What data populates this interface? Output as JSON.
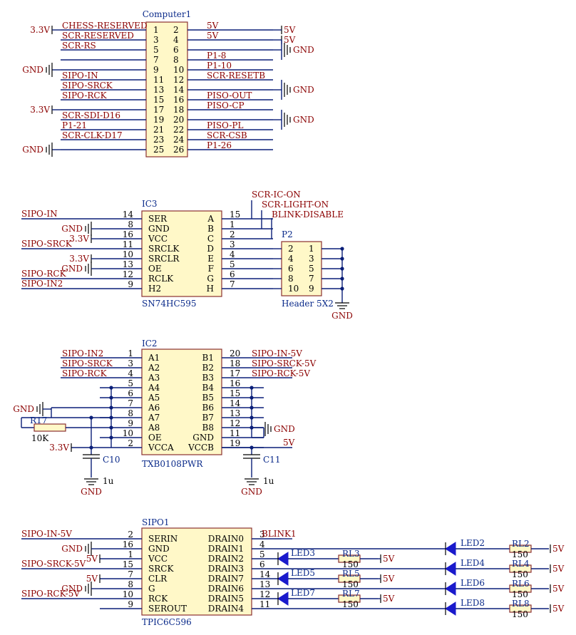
{
  "computer1": {
    "designator": "Computer1",
    "pins": [
      {
        "l": "1",
        "r": "2",
        "ln": "CHESS-RESERVED",
        "rn": "5V",
        "lp": "3.3V"
      },
      {
        "l": "3",
        "r": "4",
        "ln": "SCR-RESERVED",
        "rn": "5V"
      },
      {
        "l": "5",
        "r": "6",
        "ln": "SCR-RS",
        "rn": "",
        "rp": "GND"
      },
      {
        "l": "7",
        "r": "8",
        "ln": "",
        "rn": "P1-8"
      },
      {
        "l": "9",
        "r": "10",
        "ln": "",
        "rn": "P1-10",
        "lp": "GND"
      },
      {
        "l": "11",
        "r": "12",
        "ln": "SIPO-IN",
        "rn": "SCR-RESETB"
      },
      {
        "l": "13",
        "r": "14",
        "ln": "SIPO-SRCK",
        "rn": "",
        "rp": "GND"
      },
      {
        "l": "15",
        "r": "16",
        "ln": "SIPO-RCK",
        "rn": "PISO-OUT"
      },
      {
        "l": "17",
        "r": "18",
        "ln": "",
        "rn": "PISO-CP",
        "lp": "3.3V"
      },
      {
        "l": "19",
        "r": "20",
        "ln": "SCR-SDI-D16",
        "rn": "",
        "rp": "GND"
      },
      {
        "l": "21",
        "r": "22",
        "ln": "P1-21",
        "rn": "PISO-PL"
      },
      {
        "l": "23",
        "r": "24",
        "ln": "SCR-CLK-D17",
        "rn": "SCR-CSB"
      },
      {
        "l": "25",
        "r": "26",
        "ln": "",
        "rn": "P1-26",
        "lp": "GND"
      }
    ]
  },
  "ic3": {
    "designator": "IC3",
    "part": "SN74HC595",
    "left": [
      {
        "pin": "14",
        "name": "SER",
        "net": "SIPO-IN"
      },
      {
        "pin": "8",
        "name": "GND",
        "net": "GND"
      },
      {
        "pin": "16",
        "name": "VCC",
        "net": "3.3V"
      },
      {
        "pin": "11",
        "name": "SRCLK",
        "net": "SIPO-SRCK"
      },
      {
        "pin": "10",
        "name": "SRCLR",
        "net": "3.3V"
      },
      {
        "pin": "13",
        "name": "OE",
        "net": "GND"
      },
      {
        "pin": "12",
        "name": "RCLK",
        "net": "SIPO-RCK"
      },
      {
        "pin": "9",
        "name": "H2",
        "net": "SIPO-IN2"
      }
    ],
    "right": [
      {
        "pin": "15",
        "name": "A"
      },
      {
        "pin": "1",
        "name": "B"
      },
      {
        "pin": "2",
        "name": "C"
      },
      {
        "pin": "3",
        "name": "D"
      },
      {
        "pin": "4",
        "name": "E"
      },
      {
        "pin": "5",
        "name": "F"
      },
      {
        "pin": "6",
        "name": "G"
      },
      {
        "pin": "7",
        "name": "H"
      }
    ],
    "top_nets": [
      "SCR-IC-ON",
      "SCR-LIGHT-ON",
      "BLINK-DISABLE"
    ]
  },
  "p2": {
    "designator": "P2",
    "part": "Header 5X2",
    "rows": [
      [
        "2",
        "1"
      ],
      [
        "4",
        "3"
      ],
      [
        "6",
        "5"
      ],
      [
        "8",
        "7"
      ],
      [
        "10",
        "9"
      ]
    ],
    "gnd": "GND"
  },
  "ic2": {
    "designator": "IC2",
    "part": "TXB0108PWR",
    "left": [
      {
        "pin": "1",
        "name": "A1",
        "net": "SIPO-IN2"
      },
      {
        "pin": "3",
        "name": "A2",
        "net": "SIPO-SRCK"
      },
      {
        "pin": "4",
        "name": "A3",
        "net": "SIPO-RCK"
      },
      {
        "pin": "5",
        "name": "A4",
        "net": ""
      },
      {
        "pin": "6",
        "name": "A5",
        "net": ""
      },
      {
        "pin": "7",
        "name": "A6",
        "net": ""
      },
      {
        "pin": "8",
        "name": "A7",
        "net": ""
      },
      {
        "pin": "9",
        "name": "A8",
        "net": ""
      },
      {
        "pin": "10",
        "name": "OE",
        "net": ""
      },
      {
        "pin": "2",
        "name": "VCCA",
        "net": "3.3V"
      }
    ],
    "right": [
      {
        "pin": "20",
        "name": "B1",
        "net": "SIPO-IN-5V"
      },
      {
        "pin": "18",
        "name": "B2",
        "net": "SIPO-SRCK-5V"
      },
      {
        "pin": "17",
        "name": "B3",
        "net": "SIPO-RCK-5V"
      },
      {
        "pin": "16",
        "name": "B4",
        "net": ""
      },
      {
        "pin": "15",
        "name": "B5",
        "net": ""
      },
      {
        "pin": "14",
        "name": "B6",
        "net": ""
      },
      {
        "pin": "13",
        "name": "B7",
        "net": ""
      },
      {
        "pin": "12",
        "name": "B8",
        "net": ""
      },
      {
        "pin": "11",
        "name": "GND",
        "net": "GND"
      },
      {
        "pin": "19",
        "name": "VCCB",
        "net": "5V"
      }
    ],
    "gnd_left": "GND",
    "r17": {
      "designator": "R17",
      "value": "10K"
    },
    "c10": {
      "designator": "C10",
      "value": "1u",
      "gnd": "GND"
    },
    "c11": {
      "designator": "C11",
      "value": "1u",
      "gnd": "GND"
    }
  },
  "sipo1": {
    "designator": "SIPO1",
    "part": "TPIC6C596",
    "left": [
      {
        "pin": "2",
        "name": "SERIN",
        "net": "SIPO-IN-5V"
      },
      {
        "pin": "16",
        "name": "GND",
        "net": "GND"
      },
      {
        "pin": "1",
        "name": "VCC",
        "net": "5V"
      },
      {
        "pin": "15",
        "name": "SRCK",
        "net": "SIPO-SRCK-5V"
      },
      {
        "pin": "7",
        "name": "CLR",
        "net": "5V"
      },
      {
        "pin": "8",
        "name": "G",
        "net": "GND"
      },
      {
        "pin": "10",
        "name": "RCK",
        "net": "SIPO-RCK-5V"
      },
      {
        "pin": "9",
        "name": "SEROUT",
        "net": ""
      }
    ],
    "right": [
      {
        "pin": "3",
        "name": "DRAIN0",
        "net": "BLINK1"
      },
      {
        "pin": "4",
        "name": "DRAIN1"
      },
      {
        "pin": "5",
        "name": "DRAIN2"
      },
      {
        "pin": "6",
        "name": "DRAIN3"
      },
      {
        "pin": "14",
        "name": "DRAIN7"
      },
      {
        "pin": "13",
        "name": "DRAIN6"
      },
      {
        "pin": "12",
        "name": "DRAIN5"
      },
      {
        "pin": "11",
        "name": "DRAIN4"
      }
    ]
  },
  "leds": [
    {
      "led": "LED3",
      "res": "RL3",
      "val": "150",
      "pwr": "5V"
    },
    {
      "led": "LED5",
      "res": "RL5",
      "val": "150",
      "pwr": "5V"
    },
    {
      "led": "LED7",
      "res": "RL7",
      "val": "150",
      "pwr": "5V"
    },
    {
      "led": "LED2",
      "res": "RL2",
      "val": "150",
      "pwr": "5V"
    },
    {
      "led": "LED4",
      "res": "RL4",
      "val": "150",
      "pwr": "5V"
    },
    {
      "led": "LED6",
      "res": "RL6",
      "val": "150",
      "pwr": "5V"
    },
    {
      "led": "LED8",
      "res": "RL8",
      "val": "150",
      "pwr": "5V"
    }
  ]
}
